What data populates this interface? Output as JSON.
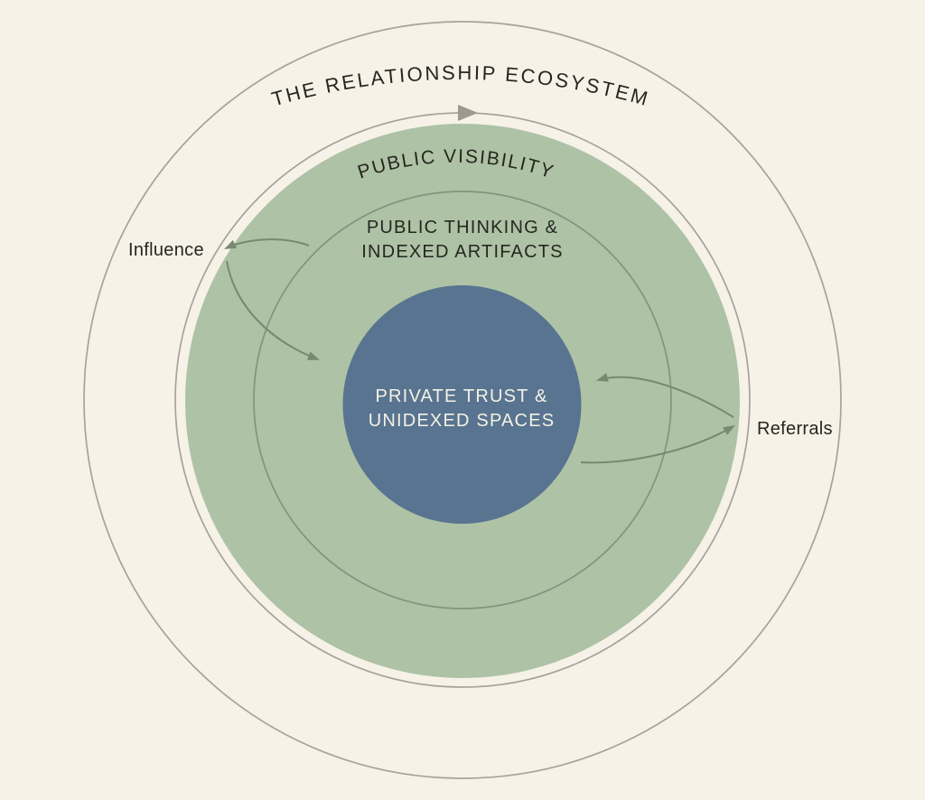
{
  "title": "THE RELATIONSHIP ECOSYSTEM",
  "rings": {
    "visibility": "PUBLIC VISIBILITY",
    "thinking": {
      "line1": "PUBLIC THINKING &",
      "line2": "INDEXED ARTIFACTS"
    },
    "core": {
      "line1": "PRIVATE TRUST &",
      "line2": "UNIDEXED SPACES"
    }
  },
  "annotations": {
    "left": "Influence",
    "right": "Referrals"
  },
  "icons": {
    "cycle_arrowhead": "right-pointing-triangle"
  },
  "colors": {
    "background": "#f6f2e8",
    "ring_fill_green": "#aec2a6",
    "core_fill_blue": "#587490",
    "circle_line_gray": "#a7a398",
    "inner_circle_line": "#84947d",
    "arrow_green": "#77896f",
    "cycle_arrowhead_gray": "#9d998d",
    "text_dark": "#24281f",
    "text_curved": "#26261e",
    "text_on_core": "#f4f1e5"
  }
}
